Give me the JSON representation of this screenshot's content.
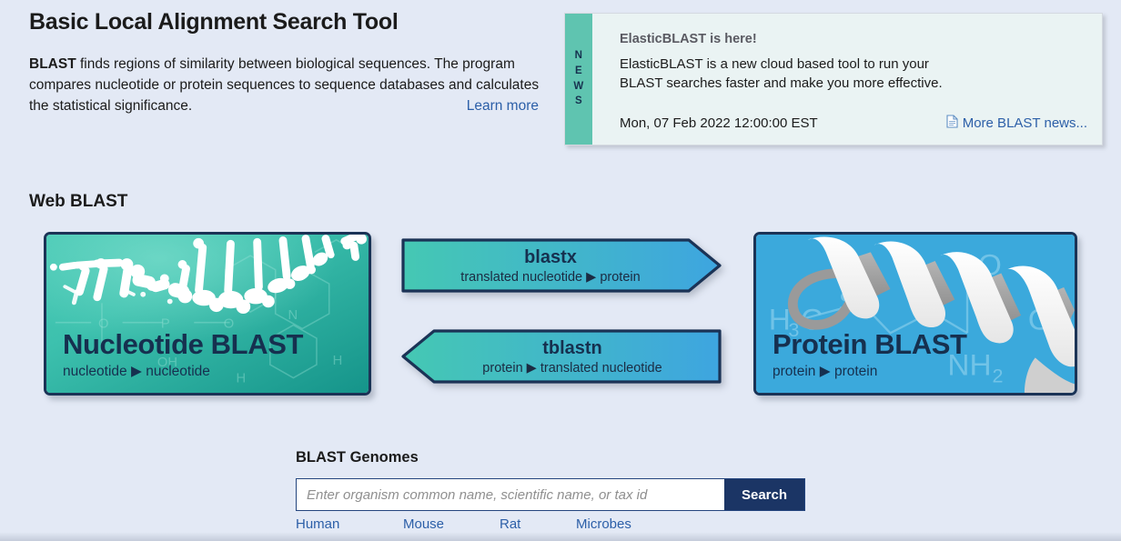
{
  "page": {
    "title": "Basic Local Alignment Search Tool",
    "intro_bold": "BLAST",
    "intro_text": " finds regions of similarity between biological sequences. The program compares nucleotide or protein sequences to sequence databases and calculates the statistical significance.",
    "learn_more": "Learn more",
    "background_color": "#e3e9f5"
  },
  "news": {
    "rail_letters": [
      "N",
      "E",
      "W",
      "S"
    ],
    "rail_color": "#5fc4b0",
    "headline": "ElasticBLAST is here!",
    "line1": "ElasticBLAST is a new cloud based tool to run your",
    "line2": "BLAST searches faster and make you more effective.",
    "date": "Mon, 07 Feb 2022 12:00:00 EST",
    "more_link": "More BLAST news...",
    "more_icon": "document-icon",
    "link_color": "#2c5fa8"
  },
  "web_blast": {
    "section_title": "Web BLAST",
    "tiles": [
      {
        "name": "Nucleotide BLAST",
        "subtitle_from": "nucleotide",
        "subtitle_to": "nucleotide",
        "arrow_glyph": "▶",
        "art": "dna-helix",
        "color_start": "#3fc0ad",
        "color_end": "#19a08f"
      },
      {
        "name": "Protein BLAST",
        "subtitle_from": "protein",
        "subtitle_to": "protein",
        "arrow_glyph": "▶",
        "art": "protein-ribbon",
        "color_start": "#3ba9dc",
        "color_end": "#3ba9dc"
      }
    ],
    "arrows": [
      {
        "name": "blastx",
        "subtitle_from": "translated nucleotide",
        "subtitle_to": "protein",
        "arrow_glyph": "▶",
        "direction": "right",
        "color_start": "#44c3b2",
        "color_end": "#3fa6de"
      },
      {
        "name": "tblastn",
        "subtitle_from": "protein",
        "subtitle_to": "translated nucleotide",
        "arrow_glyph": "▶",
        "direction": "left",
        "color_start": "#44c3b2",
        "color_end": "#3fa6de"
      }
    ]
  },
  "genomes": {
    "title": "BLAST Genomes",
    "search_placeholder": "Enter organism common name, scientific name, or tax id",
    "search_value": "",
    "search_button": "Search",
    "button_color": "#1b3565",
    "quick_links": [
      "Human",
      "Mouse",
      "Rat",
      "Microbes"
    ]
  }
}
